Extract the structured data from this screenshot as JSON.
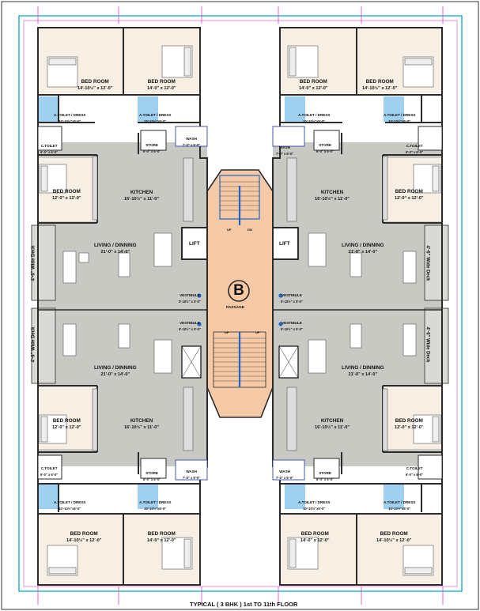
{
  "title": "TYPICAL ( 3 BHK ) 1st TO 11th  FLOOR",
  "block_letter": "B",
  "passage": "PASSAGE",
  "lift": "LIFT",
  "up": "UP",
  "dn": "DN",
  "deck": "4'-6\" Wide Deck",
  "rooms": {
    "bed_room": "BED ROOM",
    "bed_dim_a": "14'-10½\" x 12'-0\"",
    "bed_dim_b": "14'-0\" x 12'-0\"",
    "bed_dim_c": "12'-0\" x 12'-0\"",
    "a_toilet": "A.TOILET / DRESS",
    "a_toilet_dim_a": "10'-10½\"x5'-0\"",
    "a_toilet_dim_b": "10'-10½\"x5'-0\"",
    "c_toilet": "C.TOILET",
    "c_toilet_dim": "6'-0\" x 6'-0\"",
    "store": "STORE",
    "store_dim": "6'-0\" x 6'-0\"",
    "wash": "WASH",
    "wash_dim": "7'-0\" x 6'-0\"",
    "kitchen": "KITCHEN",
    "kitchen_dim": "16'-10½\" x 11'-0\"",
    "living": "LIVING / DINNING",
    "living_dim": "21'-0\" x 14'-0\"",
    "vestibule": "VESTIBULE",
    "vestibule_dim": "5'-10½\" x 5'-0\""
  },
  "colors": {
    "wall": "#2b2b2b",
    "floor_grey": "#c9c9c4",
    "floor_peach": "#f6c9a6",
    "stair_blue": "#1f66c2",
    "toilet_blue": "#9fd0ef",
    "magenta": "#e040c0",
    "cyan_border": "#1ab3c9",
    "deck_grey": "#d9d9d5",
    "bed_floor": "#f7efe4"
  }
}
